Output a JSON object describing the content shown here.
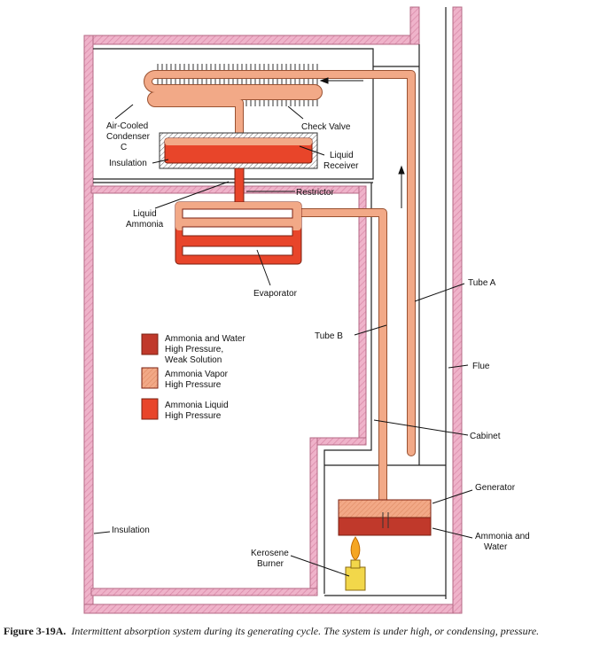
{
  "labels": {
    "condenser": [
      "Air-Cooled",
      "Condenser",
      "C"
    ],
    "check_valve": "Check Valve",
    "insulation_top": "Insulation",
    "liquid_receiver": [
      "Liquid",
      "Receiver"
    ],
    "restrictor": "Restrictor",
    "liquid_ammonia": [
      "Liquid",
      "Ammonia"
    ],
    "evaporator": "Evaporator",
    "tube_a": "Tube A",
    "tube_b": "Tube B",
    "flue": "Flue",
    "cabinet": "Cabinet",
    "generator": "Generator",
    "ammonia_water": [
      "Ammonia and",
      "Water"
    ],
    "insulation_bottom": "Insulation",
    "kerosene_burner": [
      "Kerosene",
      "Burner"
    ]
  },
  "legend": [
    {
      "lines": [
        "Ammonia and Water",
        "High Pressure,",
        "Weak Solution"
      ],
      "color": "#c0392b"
    },
    {
      "lines": [
        "Ammonia Vapor",
        "High Pressure"
      ],
      "color": "#f0a07a"
    },
    {
      "lines": [
        "Ammonia Liquid",
        "High Pressure"
      ],
      "color": "#e8452a"
    }
  ],
  "caption": {
    "figure": "Figure 3-19A.",
    "text": "Intermittent absorption system during its generating cycle. The system is under high, or condensing, pressure."
  },
  "colors": {
    "insulation_wall": "#e9a6bf",
    "vapor": "#f0a07a",
    "liquid": "#e8452a",
    "solution": "#c0392b",
    "flame": "#f5a623",
    "burner": "#f2d74a"
  }
}
